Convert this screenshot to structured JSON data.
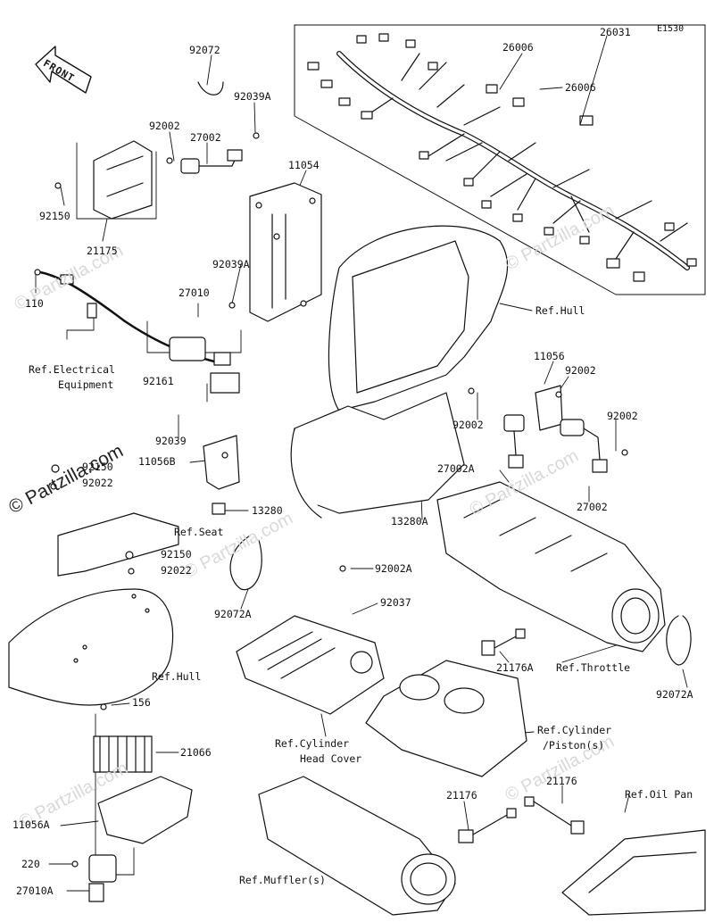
{
  "diagram_code": "E1530",
  "orientation": {
    "badge": "FRONT"
  },
  "watermarks": [
    "© Partzilla.com",
    "© Partzilla.com",
    "© Partzilla.com",
    "© Partzilla.com",
    "© Partzilla.com",
    "© Partzilla.com",
    "© Partzilla.com"
  ],
  "callouts": [
    "92072",
    "92039A",
    "92002",
    "27002",
    "11054",
    "26006",
    "26031",
    "26006",
    "92150",
    "21175",
    "92039A",
    "110",
    "27010",
    "Ref.Hull",
    "Ref.Electrical",
    "Equipment",
    "92161",
    "92039",
    "11056",
    "92002",
    "92002",
    "92002",
    "11056B",
    "92150",
    "92022",
    "13280",
    "27002A",
    "13280A",
    "27002",
    "Ref.Seat",
    "92150",
    "92022",
    "92072A",
    "92002A",
    "92037",
    "21176A",
    "Ref.Throttle",
    "92072A",
    "Ref.Hull",
    "156",
    "21066",
    "Ref.Cylinder",
    "Head Cover",
    "Ref.Cylinder",
    "/Piston(s)",
    "11056A",
    "21176",
    "21176",
    "Ref.Oil Pan",
    "220",
    "27010A",
    "Ref.Muffler(s)"
  ],
  "colors": {
    "line": "#111111",
    "watermark": "#d9d9d9"
  }
}
